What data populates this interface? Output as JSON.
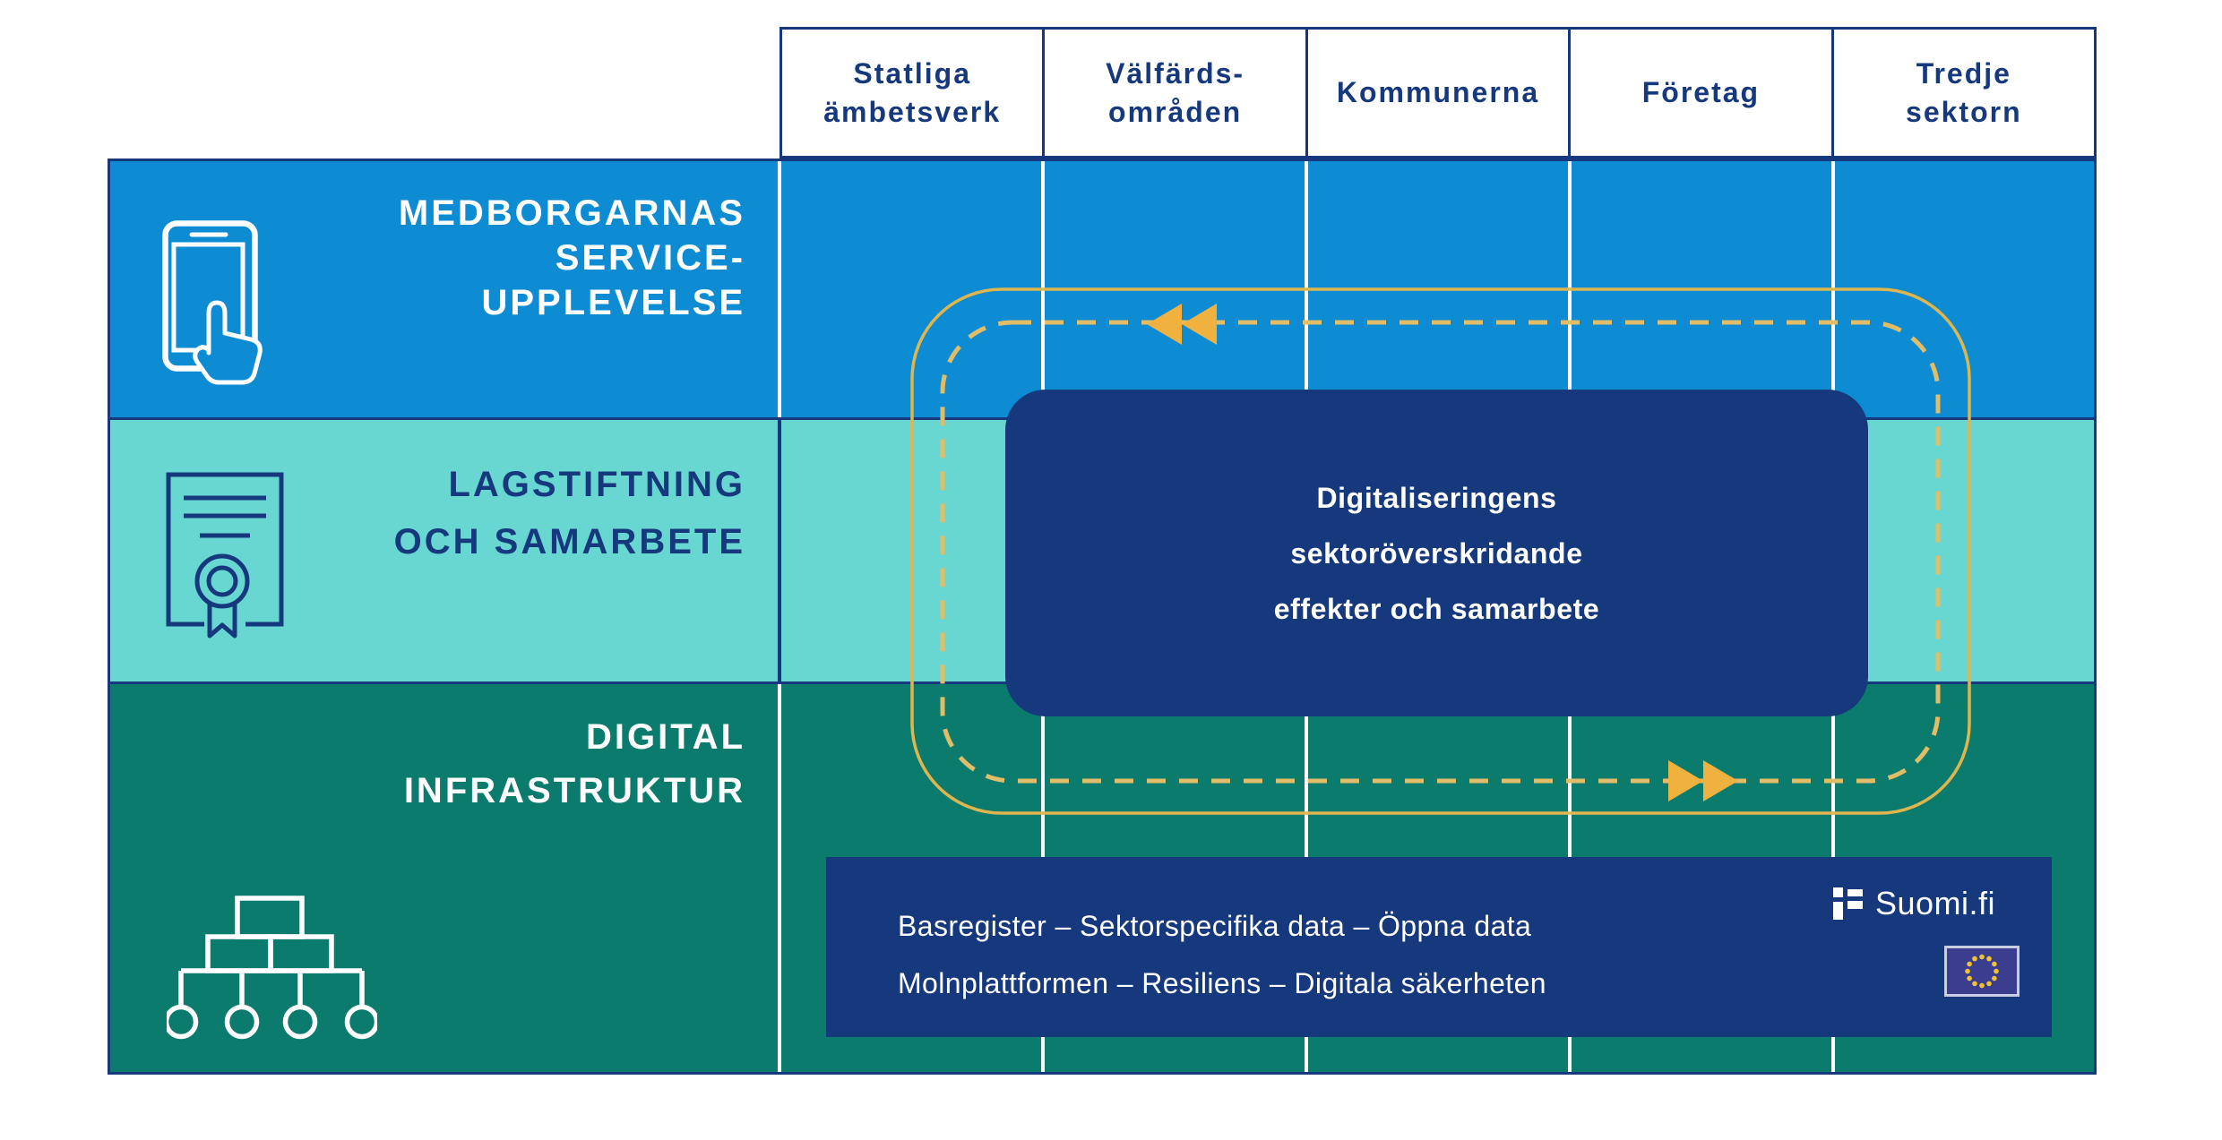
{
  "colors": {
    "band_blue": "#0d8bd3",
    "band_teal": "#68d6d1",
    "band_green": "#0a7b6c",
    "navy": "#16397d",
    "loop_solid": "#dfb54e",
    "loop_dashed": "#e0bd66",
    "arrow": "#f1b13e",
    "eu_flag_bg": "#3b3e8e",
    "eu_star": "#f5c331",
    "white": "#ffffff"
  },
  "header": {
    "columns": [
      "Statliga\nämbetsverk",
      "Välfärds-\nområden",
      "Kommunerna",
      "Företag",
      "Tredje\nsektorn"
    ]
  },
  "rows": [
    {
      "label": "MEDBORGARNAS\nSERVICE-\nUPPLEVELSE",
      "icon": "phone-touch-icon"
    },
    {
      "label": "LAGSTIFTNING\nOCH SAMARBETE",
      "icon": "certificate-icon"
    },
    {
      "label": "DIGITAL\nINFRASTRUKTUR",
      "icon": "org-hierarchy-icon"
    }
  ],
  "center_box": {
    "text": "Digitaliseringens\nsektoröverskridande\neffekter och samarbete"
  },
  "loop": {
    "top_arrows": "double-arrow-left-icon",
    "bottom_arrows": "double-arrow-right-icon"
  },
  "infra_box": {
    "line1": "Basregister – Sektorspecifika data – Öppna data",
    "line2": "Molnplattformen – Resiliens – Digitala säkerheten"
  },
  "suomi": {
    "label": "Suomi.fi",
    "icon": "suomifi-flag-icon"
  },
  "eu_flag": {
    "icon": "eu-flag-icon"
  }
}
